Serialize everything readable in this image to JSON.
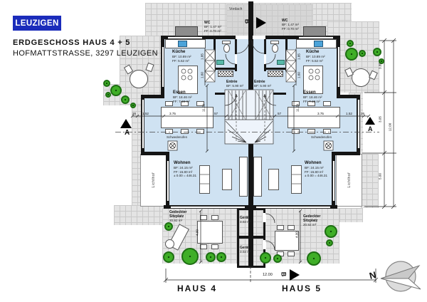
{
  "header": {
    "logo": "LEUZIGEN",
    "title": "ERDGESCHOSS HAUS 4 + 5",
    "subtitle": "HOFMATTSTRASSE, 3297 LEUZIGEN"
  },
  "site": {
    "vordach": "Vordach",
    "lichthof": "Lichthof",
    "north": "N"
  },
  "rooms": {
    "wc": {
      "name": "WC",
      "bf": "BF: 1.47 m²",
      "ff": "FF: 0.70 m²"
    },
    "kueche": {
      "name": "Küche",
      "bf": "BF: 10.89 m²",
      "ff": "FF: 5.52 m²"
    },
    "entree": {
      "name": "Entrée",
      "bf": "BF: 5.90 m²"
    },
    "essen": {
      "name": "Essen",
      "bf": "BF: 18.46 m²",
      "ff": "FF: 7.19 m²"
    },
    "wohnen": {
      "name": "Wohnen",
      "bf": "BF: 24.15 m²",
      "ff": "FF: 15.80 m²",
      "level": "± 0.00 = 446.31"
    },
    "schwedenofen": "Schwedenofen",
    "sitzplatz": {
      "name1": "Gedeckter",
      "name2": "Sitzplatz",
      "area": "20.92 m²"
    },
    "geraete": {
      "name": "Geräte",
      "area": "3.02 m²"
    }
  },
  "markers": {
    "a": "A",
    "b": "B"
  },
  "footer": {
    "haus4": "HAUS 4",
    "haus5": "HAUS 5"
  },
  "dims": {
    "total_bottom": "12.00",
    "right1": "3.85",
    "right2": "3.05",
    "right3": "5.00",
    "right_total": "12.00",
    "inner_v": "11.29",
    "terrace": "4.00",
    "c26": "26",
    "c152": "1.52",
    "c375": "3.75",
    "c57": "57",
    "k185": "1.85",
    "k160": "1.60"
  },
  "colors": {
    "logo_blue": "#1b2cbb",
    "room_fill": "#cfe2f2",
    "tree_green": "#3fae27"
  },
  "bushes": [
    [
      150,
      117,
      5
    ],
    [
      163,
      127,
      8
    ],
    [
      152,
      133,
      4
    ],
    [
      176,
      140,
      6
    ],
    [
      187,
      148,
      4
    ],
    [
      492,
      61,
      5
    ],
    [
      494,
      76,
      9
    ],
    [
      509,
      75,
      5
    ],
    [
      530,
      73,
      6
    ],
    [
      536,
      86,
      4
    ],
    [
      237,
      318,
      6
    ],
    [
      237,
      361,
      8
    ],
    [
      267,
      360,
      12
    ],
    [
      296,
      361,
      7
    ],
    [
      311,
      361,
      7
    ],
    [
      373,
      362,
      8
    ],
    [
      390,
      363,
      6
    ],
    [
      465,
      325,
      9
    ],
    [
      463,
      341,
      5
    ],
    [
      441,
      363,
      10
    ]
  ]
}
